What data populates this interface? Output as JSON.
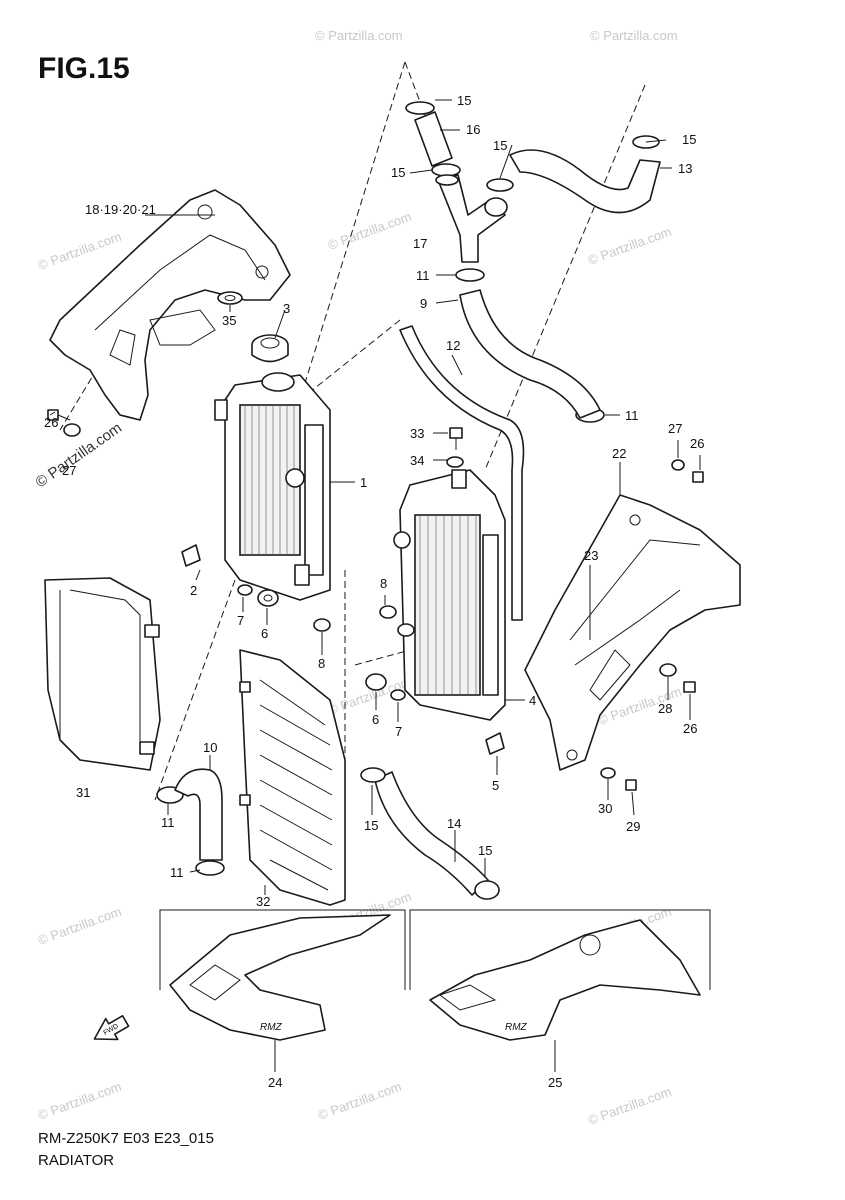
{
  "figure": {
    "title": "FIG.15",
    "model_code": "RM-Z250K7 E03 E23_015",
    "section": "RADIATOR",
    "watermark": "© Partzilla.com"
  },
  "callouts": {
    "c1": "1",
    "c2": "2",
    "c3": "3",
    "c4": "4",
    "c5": "5",
    "c6a": "6",
    "c6b": "6",
    "c7a": "7",
    "c7b": "7",
    "c8a": "8",
    "c8b": "8",
    "c9": "9",
    "c10": "10",
    "c11a": "11",
    "c11b": "11",
    "c11c": "11",
    "c11d": "11",
    "c12": "12",
    "c13": "13",
    "c14": "14",
    "c15a": "15",
    "c15b": "15",
    "c15c": "15",
    "c15d": "15",
    "c15e": "15",
    "c15f": "15",
    "c16": "16",
    "c17": "17",
    "c18": "18·19·20·21",
    "c22": "22",
    "c23": "23",
    "c24": "24",
    "c25": "25",
    "c26a": "26",
    "c26b": "26",
    "c26c": "26",
    "c27a": "27",
    "c27b": "27",
    "c28": "28",
    "c29": "29",
    "c30": "30",
    "c31": "31",
    "c32": "32",
    "c33": "33",
    "c34": "34",
    "c35": "35"
  },
  "icons": {
    "fwd_arrow": "fwd-arrow-icon",
    "fwd_label": "FWD"
  }
}
